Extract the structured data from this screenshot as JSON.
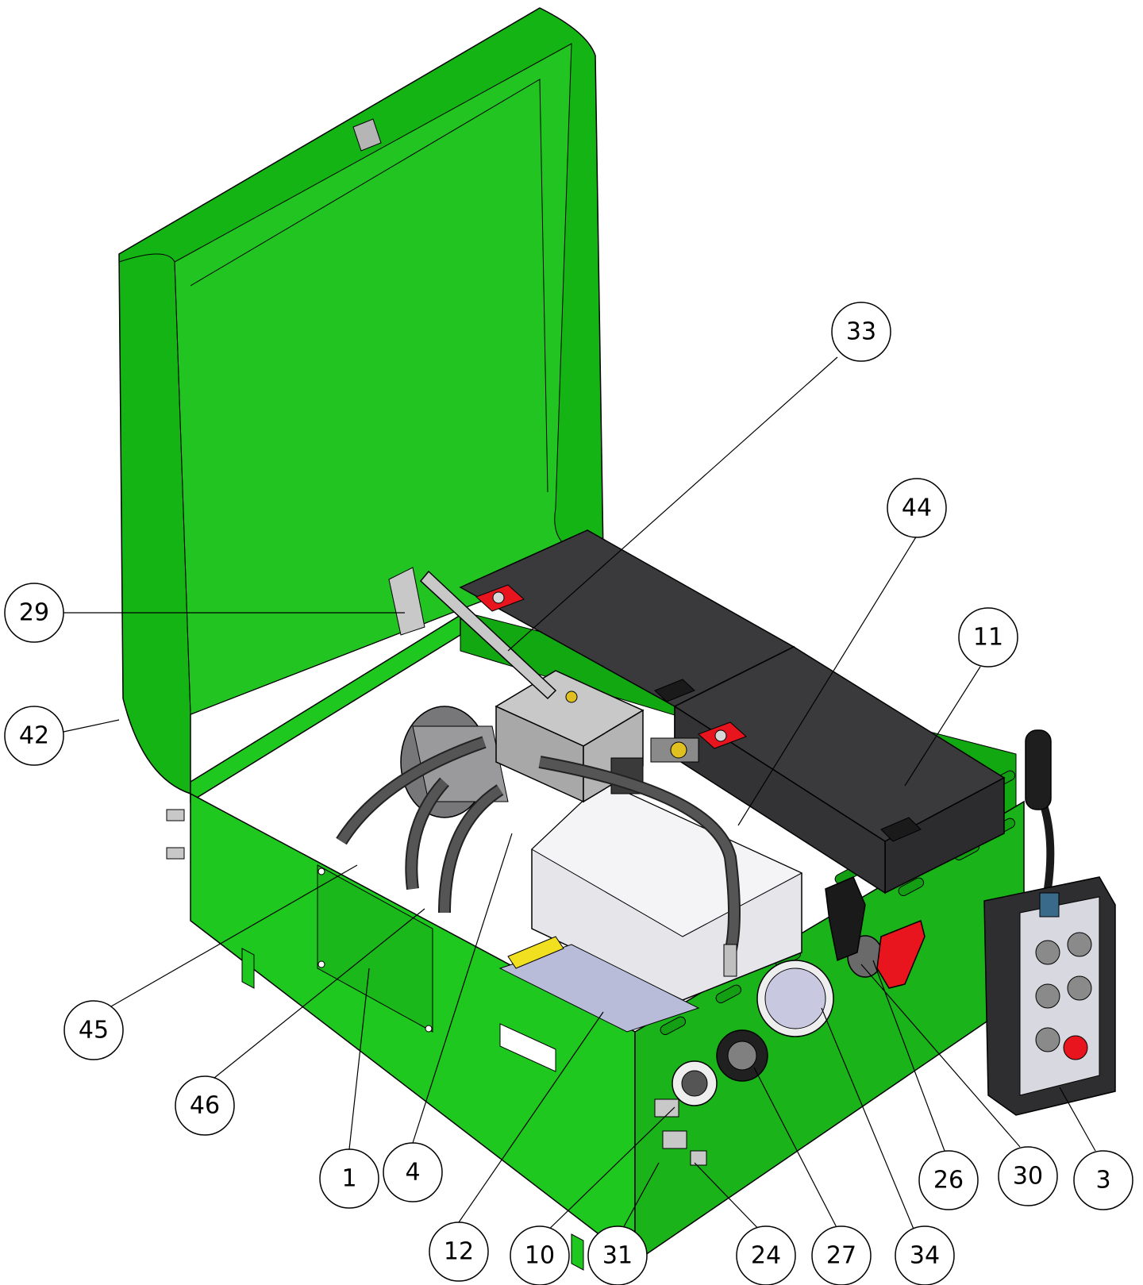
{
  "callouts": [
    {
      "id": "c1",
      "label": "1"
    },
    {
      "id": "c3",
      "label": "3"
    },
    {
      "id": "c4",
      "label": "4"
    },
    {
      "id": "c10",
      "label": "10"
    },
    {
      "id": "c11",
      "label": "11"
    },
    {
      "id": "c12",
      "label": "12"
    },
    {
      "id": "c24",
      "label": "24"
    },
    {
      "id": "c26",
      "label": "26"
    },
    {
      "id": "c27",
      "label": "27"
    },
    {
      "id": "c29",
      "label": "29"
    },
    {
      "id": "c30",
      "label": "30"
    },
    {
      "id": "c31",
      "label": "31"
    },
    {
      "id": "c33",
      "label": "33"
    },
    {
      "id": "c34",
      "label": "34"
    },
    {
      "id": "c42",
      "label": "42"
    },
    {
      "id": "c44",
      "label": "44"
    },
    {
      "id": "c45",
      "label": "45"
    },
    {
      "id": "c46",
      "label": "46"
    }
  ],
  "colors": {
    "enclosure": "#1ec81e",
    "enclosure_dark": "#0fa50f",
    "battery": "#3a3a3c",
    "terminal": "#e8141e",
    "motor": "#e6e6ea",
    "hose": "#4a4a4e",
    "pendant": "#2e2e30"
  }
}
